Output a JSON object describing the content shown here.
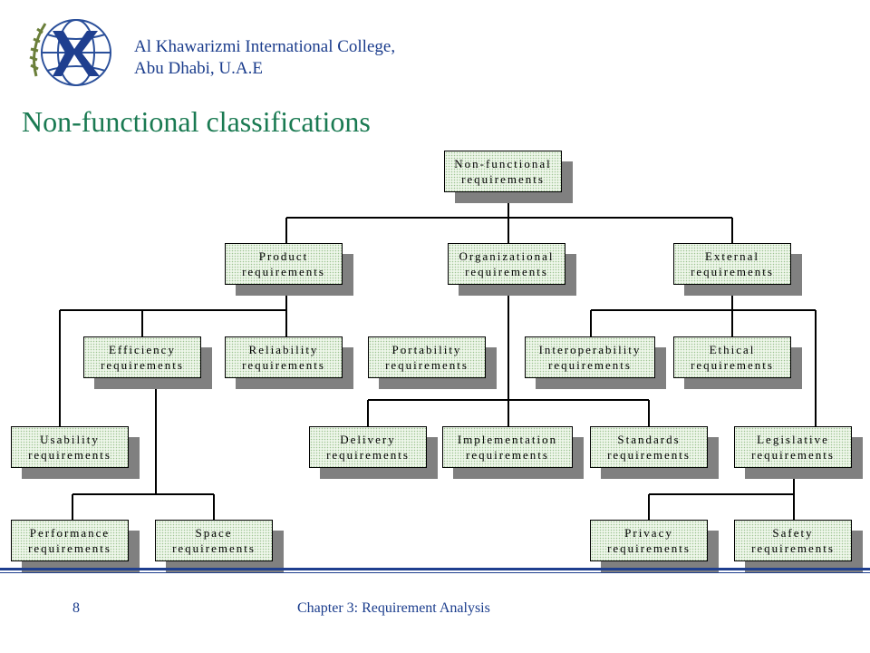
{
  "header": {
    "college_line1": "Al Khawarizmi International College,",
    "college_line2": "Abu Dhabi, U.A.E"
  },
  "title": "Non-functional classifications",
  "nodes": {
    "root": [
      "Non-functional",
      "requirements"
    ],
    "product": [
      "Product",
      "requirements"
    ],
    "organizational": [
      "Organizational",
      "requirements"
    ],
    "external": [
      "External",
      "requirements"
    ],
    "efficiency": [
      "Efficiency",
      "requirements"
    ],
    "reliability": [
      "Reliability",
      "requirements"
    ],
    "portability": [
      "Portability",
      "requirements"
    ],
    "interoperability": [
      "Interoperability",
      "requirements"
    ],
    "ethical": [
      "Ethical",
      "requirements"
    ],
    "usability": [
      "Usability",
      "requirements"
    ],
    "delivery": [
      "Delivery",
      "requirements"
    ],
    "implementation": [
      "Implementation",
      "requirements"
    ],
    "standards": [
      "Standards",
      "requirements"
    ],
    "legislative": [
      "Legislative",
      "requirements"
    ],
    "performance": [
      "Performance",
      "requirements"
    ],
    "space": [
      "Space",
      "requirements"
    ],
    "privacy": [
      "Privacy",
      "requirements"
    ],
    "safety": [
      "Safety",
      "requirements"
    ]
  },
  "footer": {
    "page_number": "8",
    "chapter": "Chapter 3: Requirement Analysis"
  },
  "colors": {
    "title": "#1a7a52",
    "header_text": "#1a3c8c",
    "rule": "#1f3f8f",
    "box_fill": "#eef6ea",
    "box_shadow": "#808080"
  }
}
